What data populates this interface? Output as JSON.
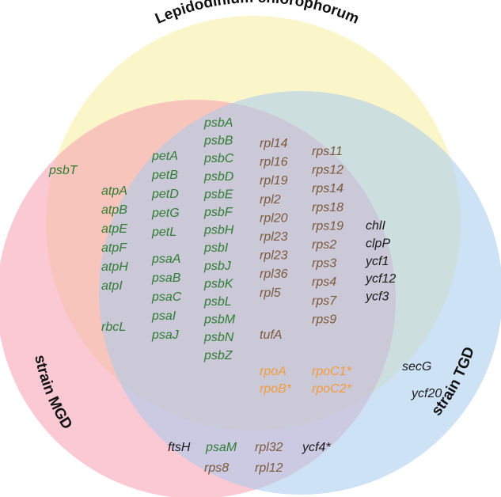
{
  "sets": [
    {
      "name": "Lepidodinium chlorophorum",
      "color": "#f7ef9c"
    },
    {
      "name": "strain MGD",
      "color": "#f59cb1"
    },
    {
      "name": "strain TGD",
      "color": "#a5cbee"
    }
  ],
  "colors": {
    "green": "#2e7d32",
    "brown": "#7a5a3a",
    "orange": "#f39c3a",
    "black": "#1a1a1a"
  },
  "regions": {
    "lepido_mgd_only": [
      "psbT"
    ],
    "all_three": {
      "col1": [
        "atpA",
        "atpB",
        "atpE",
        "atpF",
        "atpH",
        "atpI",
        "rbcL"
      ],
      "col2": [
        "petA",
        "petB",
        "petD",
        "petG",
        "petL",
        "psaA",
        "psaB",
        "psaC",
        "psaI",
        "psaJ"
      ],
      "col3": [
        "psbA",
        "psbB",
        "psbC",
        "psbD",
        "psbE",
        "psbF",
        "psbH",
        "psbI",
        "psbJ",
        "psbK",
        "psbL",
        "psbM",
        "psbN",
        "psbZ"
      ],
      "col4": [
        "rpl14",
        "rpl16",
        "rpl19",
        "rpl2",
        "rpl20",
        "rpl23",
        "rpl23",
        "rpl36",
        "rpl5",
        "tufA"
      ],
      "col5": [
        "rps11",
        "rps12",
        "rps14",
        "rps18",
        "rps19",
        "rps2",
        "rps3",
        "rps4",
        "rps7",
        "rps9"
      ],
      "col6": [
        "chlI",
        "clpP",
        "ycf1",
        "ycf12",
        "ycf3"
      ],
      "rpo": [
        "rpoA",
        "rpoB*",
        "rpoC1*",
        "rpoC2*"
      ]
    },
    "tgd_only": [
      "secG",
      "ycf20"
    ],
    "mgd_tgd_only": {
      "row1": [
        "ftsH",
        "psaM",
        "rpl32",
        "ycf4*"
      ],
      "row2": [
        "rps8",
        "rpl12"
      ]
    }
  }
}
